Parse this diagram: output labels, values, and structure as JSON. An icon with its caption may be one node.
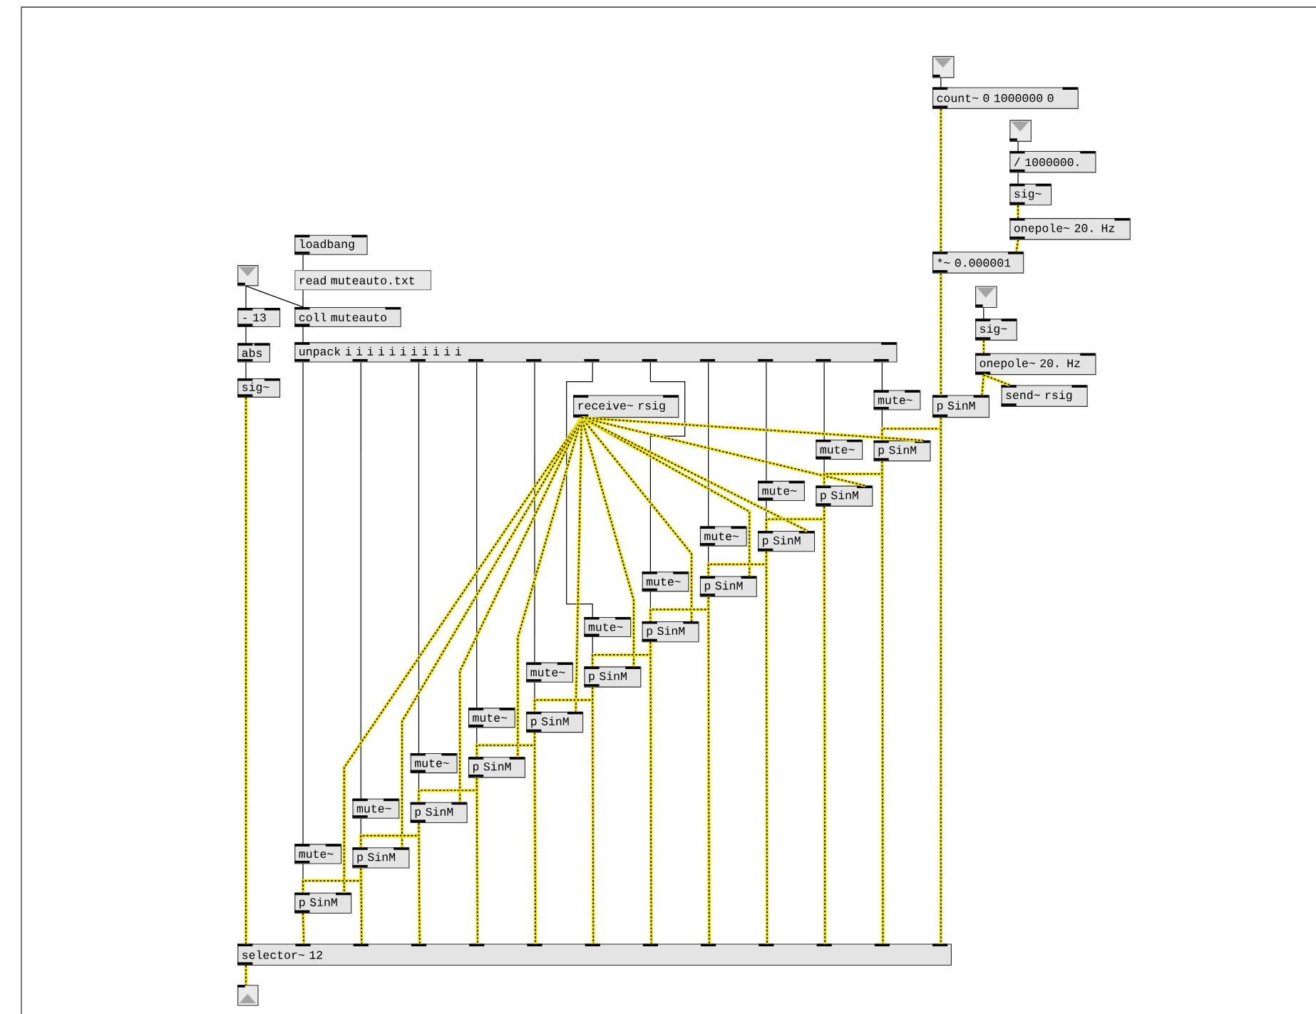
{
  "diagram": {
    "nodes": [
      {
        "text": [],
        "shape": "box"
      },
      {
        "text": [
          "count~ 0 1000000 0"
        ]
      },
      {
        "text": [],
        "shape": "box"
      },
      {
        "text": [
          "/ 1000000."
        ]
      },
      {
        "text": [
          "sig~"
        ]
      },
      {
        "text": [
          "onepole~ 20. Hz"
        ]
      },
      {
        "text": [
          "*~ 0.000001"
        ]
      },
      {
        "text": [],
        "shape": "box"
      },
      {
        "text": [
          "- 13"
        ]
      },
      {
        "text": [
          "abs"
        ]
      },
      {
        "text": [
          "sig~"
        ]
      },
      {
        "text": [
          "loadbang"
        ]
      },
      {
        "text": [
          "read muteauto.txt"
        ]
      },
      {
        "text": [
          "coll muteauto"
        ]
      },
      {
        "text": [
          "unpack i i i i i i i i i i i"
        ]
      },
      {
        "text": [],
        "shape": "box"
      },
      {
        "text": [
          "sig~"
        ]
      },
      {
        "text": [
          "onepole~ 20. Hz"
        ]
      },
      {
        "text": [
          "send~ rsig"
        ]
      },
      {
        "text": [
          "p SinM"
        ]
      },
      {
        "text": [
          "receive~ rsig"
        ]
      },
      {
        "text": [
          "mute~"
        ]
      },
      {
        "text": [
          "p SinM"
        ]
      },
      {
        "text": [
          "mute~"
        ]
      },
      {
        "text": [
          "p SinM"
        ]
      },
      {
        "text": [
          "mute~"
        ]
      },
      {
        "text": [
          "p SinM"
        ]
      },
      {
        "text": [
          "mute~"
        ]
      },
      {
        "text": [
          "p SinM"
        ]
      },
      {
        "text": [
          "mute~"
        ]
      },
      {
        "text": [
          "p SinM"
        ]
      },
      {
        "text": [
          "mute~"
        ]
      },
      {
        "text": [
          "p SinM"
        ]
      },
      {
        "text": [
          "mute~"
        ]
      },
      {
        "text": [
          "p SinM"
        ]
      },
      {
        "text": [
          "mute~"
        ]
      },
      {
        "text": [
          "p SinM"
        ]
      },
      {
        "text": [
          "mute~"
        ]
      },
      {
        "text": [
          "p SinM"
        ]
      },
      {
        "text": [
          "mute~"
        ]
      },
      {
        "text": [
          "p SinM"
        ]
      },
      {
        "text": [
          "mute~"
        ]
      },
      {
        "text": [
          "p SinM"
        ]
      },
      {
        "text": [
          "selector~ 12"
        ]
      },
      {
        "text": [],
        "shape": "box"
      }
    ],
    "edges": [
      {
        "from": 0,
        "to": 1,
        "arrow": "none",
        "color": "#000000"
      },
      {
        "from": 1,
        "to": 6,
        "arrow": "none",
        "color": "#f2e400"
      },
      {
        "from": 2,
        "to": 3,
        "arrow": "none",
        "color": "#000000"
      },
      {
        "from": 3,
        "to": 4,
        "arrow": "none",
        "color": "#000000"
      },
      {
        "from": 4,
        "to": 5,
        "arrow": "none",
        "color": "#f2e400"
      },
      {
        "from": 5,
        "to": 6,
        "arrow": "none",
        "color": "#f2e400"
      },
      {
        "from": 6,
        "to": 19,
        "arrow": "none",
        "color": "#f2e400"
      },
      {
        "from": 7,
        "to": 8,
        "arrow": "none",
        "color": "#000000"
      },
      {
        "from": 7,
        "to": 13,
        "arrow": "none",
        "color": "#000000"
      },
      {
        "from": 8,
        "to": 9,
        "arrow": "none",
        "color": "#000000"
      },
      {
        "from": 9,
        "to": 10,
        "arrow": "none",
        "color": "#000000"
      },
      {
        "from": 10,
        "to": 43,
        "arrow": "none",
        "color": "#f2e400"
      },
      {
        "from": 11,
        "to": 12,
        "arrow": "none",
        "color": "#000000"
      },
      {
        "from": 12,
        "to": 13,
        "arrow": "none",
        "color": "#000000"
      },
      {
        "from": 13,
        "to": 14,
        "arrow": "none",
        "color": "#000000"
      },
      {
        "from": 15,
        "to": 16,
        "arrow": "none",
        "color": "#000000"
      },
      {
        "from": 16,
        "to": 17,
        "arrow": "none",
        "color": "#f2e400"
      },
      {
        "from": 17,
        "to": 19,
        "arrow": "none",
        "color": "#f2e400"
      },
      {
        "from": 17,
        "to": 18,
        "arrow": "none",
        "color": "#f2e400"
      },
      {
        "from": 14,
        "to": 21,
        "arrow": "none",
        "color": "#000000"
      },
      {
        "from": 14,
        "to": 23,
        "arrow": "none",
        "color": "#000000"
      },
      {
        "from": 14,
        "to": 25,
        "arrow": "none",
        "color": "#000000"
      },
      {
        "from": 14,
        "to": 27,
        "arrow": "none",
        "color": "#000000"
      },
      {
        "from": 14,
        "to": 29,
        "arrow": "none",
        "color": "#000000"
      },
      {
        "from": 14,
        "to": 31,
        "arrow": "none",
        "color": "#000000"
      },
      {
        "from": 14,
        "to": 33,
        "arrow": "none",
        "color": "#000000"
      },
      {
        "from": 14,
        "to": 35,
        "arrow": "none",
        "color": "#000000"
      },
      {
        "from": 14,
        "to": 37,
        "arrow": "none",
        "color": "#000000"
      },
      {
        "from": 14,
        "to": 39,
        "arrow": "none",
        "color": "#000000"
      },
      {
        "from": 14,
        "to": 41,
        "arrow": "none",
        "color": "#000000"
      },
      {
        "from": 21,
        "to": 22,
        "arrow": "none",
        "color": "#000000"
      },
      {
        "from": 23,
        "to": 24,
        "arrow": "none",
        "color": "#000000"
      },
      {
        "from": 25,
        "to": 26,
        "arrow": "none",
        "color": "#000000"
      },
      {
        "from": 27,
        "to": 28,
        "arrow": "none",
        "color": "#000000"
      },
      {
        "from": 29,
        "to": 30,
        "arrow": "none",
        "color": "#000000"
      },
      {
        "from": 31,
        "to": 32,
        "arrow": "none",
        "color": "#000000"
      },
      {
        "from": 33,
        "to": 34,
        "arrow": "none",
        "color": "#000000"
      },
      {
        "from": 35,
        "to": 36,
        "arrow": "none",
        "color": "#000000"
      },
      {
        "from": 37,
        "to": 38,
        "arrow": "none",
        "color": "#000000"
      },
      {
        "from": 39,
        "to": 40,
        "arrow": "none",
        "color": "#000000"
      },
      {
        "from": 41,
        "to": 42,
        "arrow": "none",
        "color": "#000000"
      },
      {
        "from": 20,
        "to": 22,
        "arrow": "none",
        "color": "#f2e400"
      },
      {
        "from": 20,
        "to": 24,
        "arrow": "none",
        "color": "#f2e400"
      },
      {
        "from": 20,
        "to": 26,
        "arrow": "none",
        "color": "#f2e400"
      },
      {
        "from": 20,
        "to": 28,
        "arrow": "none",
        "color": "#f2e400"
      },
      {
        "from": 20,
        "to": 30,
        "arrow": "none",
        "color": "#f2e400"
      },
      {
        "from": 20,
        "to": 32,
        "arrow": "none",
        "color": "#f2e400"
      },
      {
        "from": 20,
        "to": 34,
        "arrow": "none",
        "color": "#f2e400"
      },
      {
        "from": 20,
        "to": 36,
        "arrow": "none",
        "color": "#f2e400"
      },
      {
        "from": 20,
        "to": 38,
        "arrow": "none",
        "color": "#f2e400"
      },
      {
        "from": 20,
        "to": 40,
        "arrow": "none",
        "color": "#f2e400"
      },
      {
        "from": 20,
        "to": 42,
        "arrow": "none",
        "color": "#f2e400"
      },
      {
        "from": 19,
        "to": 42,
        "arrow": "none",
        "color": "#f2e400"
      },
      {
        "from": 42,
        "to": 40,
        "arrow": "none",
        "color": "#f2e400"
      },
      {
        "from": 40,
        "to": 38,
        "arrow": "none",
        "color": "#f2e400"
      },
      {
        "from": 38,
        "to": 36,
        "arrow": "none",
        "color": "#f2e400"
      },
      {
        "from": 36,
        "to": 34,
        "arrow": "none",
        "color": "#f2e400"
      },
      {
        "from": 34,
        "to": 32,
        "arrow": "none",
        "color": "#f2e400"
      },
      {
        "from": 32,
        "to": 30,
        "arrow": "none",
        "color": "#f2e400"
      },
      {
        "from": 30,
        "to": 28,
        "arrow": "none",
        "color": "#f2e400"
      },
      {
        "from": 28,
        "to": 26,
        "arrow": "none",
        "color": "#f2e400"
      },
      {
        "from": 26,
        "to": 24,
        "arrow": "none",
        "color": "#f2e400"
      },
      {
        "from": 24,
        "to": 22,
        "arrow": "none",
        "color": "#f2e400"
      },
      {
        "from": 22,
        "to": 43,
        "arrow": "none",
        "color": "#f2e400"
      },
      {
        "from": 24,
        "to": 43,
        "arrow": "none",
        "color": "#f2e400"
      },
      {
        "from": 26,
        "to": 43,
        "arrow": "none",
        "color": "#f2e400"
      },
      {
        "from": 28,
        "to": 43,
        "arrow": "none",
        "color": "#f2e400"
      },
      {
        "from": 30,
        "to": 43,
        "arrow": "none",
        "color": "#f2e400"
      },
      {
        "from": 32,
        "to": 43,
        "arrow": "none",
        "color": "#f2e400"
      },
      {
        "from": 34,
        "to": 43,
        "arrow": "none",
        "color": "#f2e400"
      },
      {
        "from": 36,
        "to": 43,
        "arrow": "none",
        "color": "#f2e400"
      },
      {
        "from": 38,
        "to": 43,
        "arrow": "none",
        "color": "#f2e400"
      },
      {
        "from": 40,
        "to": 43,
        "arrow": "none",
        "color": "#f2e400"
      },
      {
        "from": 42,
        "to": 43,
        "arrow": "none",
        "color": "#f2e400"
      },
      {
        "from": 19,
        "to": 43,
        "arrow": "none",
        "color": "#f2e400"
      },
      {
        "from": 43,
        "to": 44,
        "arrow": "none",
        "color": "#f2e400"
      }
    ]
  }
}
